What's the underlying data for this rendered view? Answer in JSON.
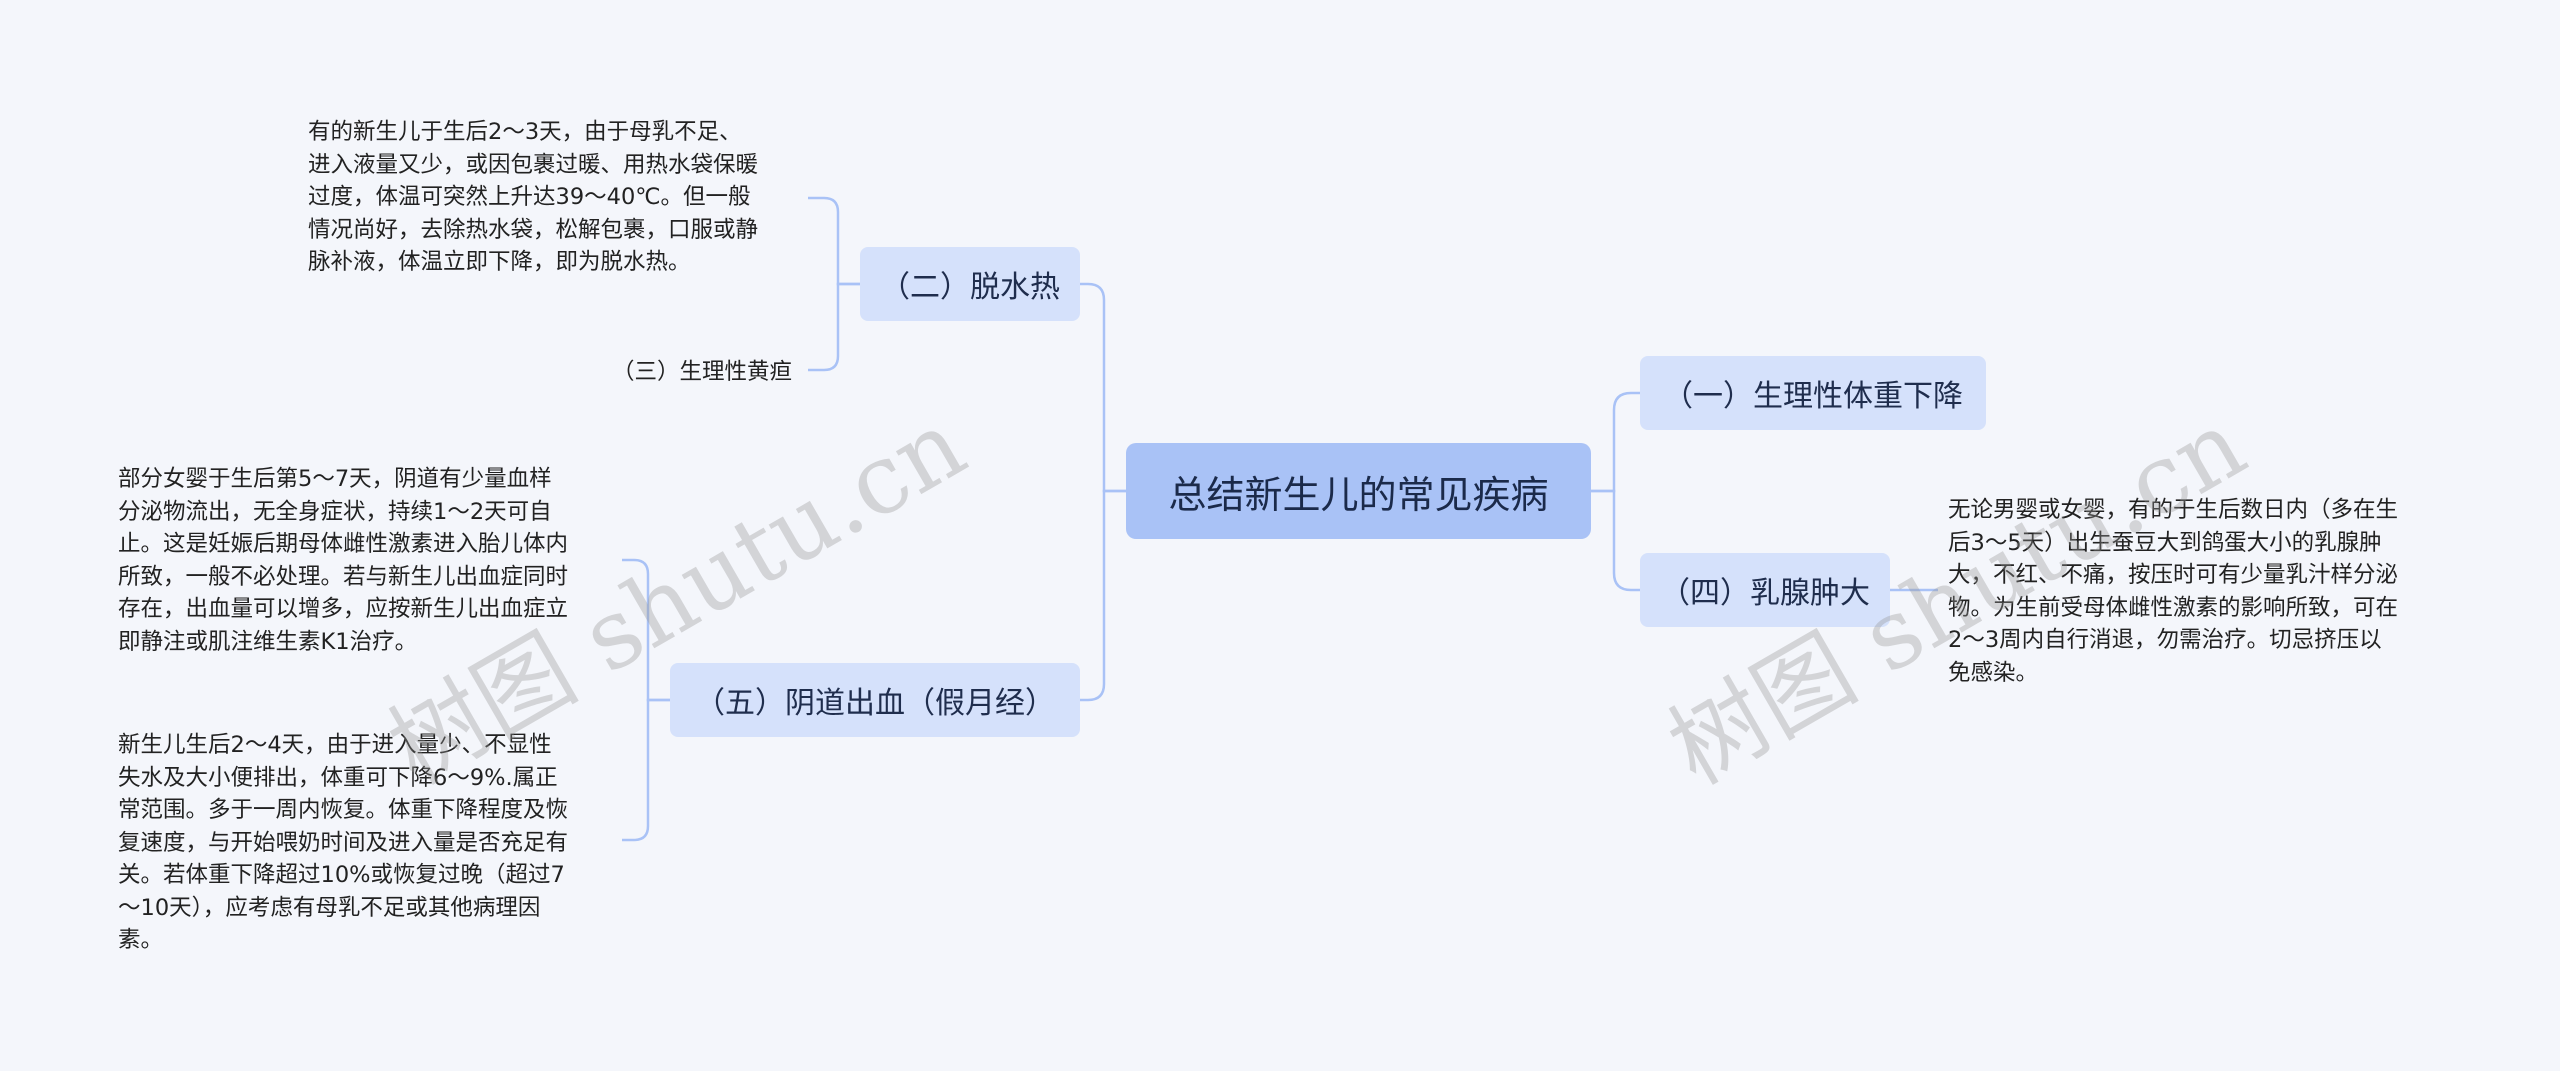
{
  "root": {
    "label": "总结新生儿的常见疾病"
  },
  "branches": {
    "b1": {
      "label": "（一）生理性体重下降"
    },
    "b2": {
      "label": "（二）脱水热"
    },
    "b4": {
      "label": "（四）乳腺肿大"
    },
    "b5": {
      "label": "（五）阴道出血（假月经）"
    }
  },
  "leaves": {
    "dehydration_fever": "有的新生儿于生后2～3天，由于母乳不足、\n进入液量又少，或因包裹过暖、用热水袋保暖\n过度，体温可突然上升达39～40℃。但一般\n情况尚好，去除热水袋，松解包裹，口服或静\n脉补液，体温立即下降，即为脱水热。",
    "jaundice": "（三）生理性黄疸",
    "vaginal_bleeding": "部分女婴于生后第5～7天，阴道有少量血样\n分泌物流出，无全身症状，持续1～2天可自\n止。这是妊娠后期母体雌性激素进入胎儿体内\n所致，一般不必处理。若与新生儿出血症同时\n存在，出血量可以增多，应按新生儿出血症立\n即静注或肌注维生素K1治疗。",
    "weight_loss": "新生儿生后2～4天，由于进入量少、不显性\n失水及大小便排出，体重可下降6～9%.属正\n常范围。多于一周内恢复。体重下降程度及恢\n复速度，与开始喂奶时间及进入量是否充足有\n关。若体重下降超过10%或恢复过晚（超过7\n～10天），应考虑有母乳不足或其他病理因\n素。",
    "breast_swelling": "无论男婴或女婴，有的于生后数日内（多在生\n后3～5天）出生蚕豆大到鸽蛋大小的乳腺肿\n大，不红、不痛，按压时可有少量乳汁样分泌\n物。为生前受母体雌性激素的影响所致，可在\n2～3周内自行消退，勿需治疗。切忌挤压以\n免感染。"
  },
  "watermark": {
    "text": "树图 shutu.cn"
  },
  "colors": {
    "link": "#a9c2f6",
    "root_fill": "#a9c2f6",
    "branch_fill": "#d5e1fb",
    "background": "#f4f6fb"
  }
}
